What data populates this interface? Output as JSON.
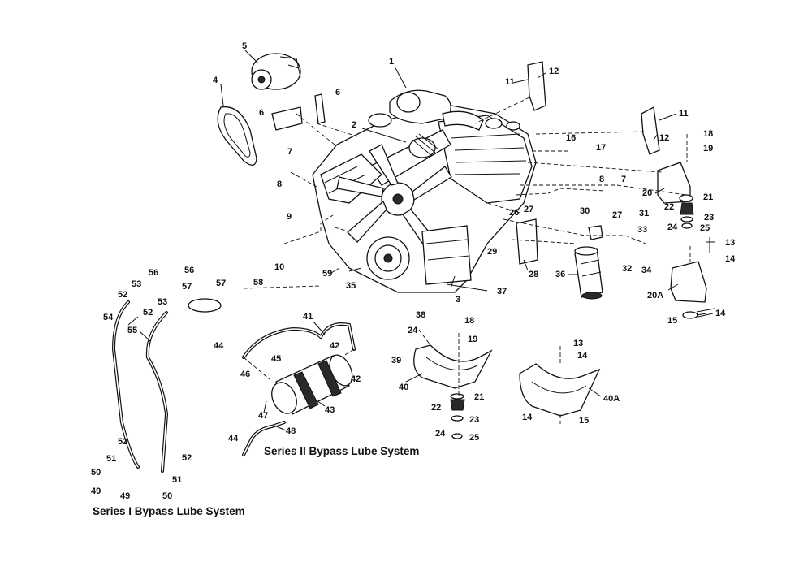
{
  "captions": {
    "series1": "Series I Bypass Lube System",
    "series2": "Series II Bypass Lube System"
  },
  "callouts": [
    {
      "id": "c1",
      "label": "1"
    },
    {
      "id": "c2",
      "label": "2"
    },
    {
      "id": "c3",
      "label": "3"
    },
    {
      "id": "c4",
      "label": "4"
    },
    {
      "id": "c5",
      "label": "5"
    },
    {
      "id": "c6a",
      "label": "6"
    },
    {
      "id": "c6b",
      "label": "6"
    },
    {
      "id": "c7a",
      "label": "7"
    },
    {
      "id": "c8a",
      "label": "8"
    },
    {
      "id": "c7b",
      "label": "7"
    },
    {
      "id": "c8b",
      "label": "8"
    },
    {
      "id": "c9",
      "label": "9"
    },
    {
      "id": "c10",
      "label": "10"
    },
    {
      "id": "c11a",
      "label": "11"
    },
    {
      "id": "c12a",
      "label": "12"
    },
    {
      "id": "c11b",
      "label": "11"
    },
    {
      "id": "c12b",
      "label": "12"
    },
    {
      "id": "c13a",
      "label": "13"
    },
    {
      "id": "c14a",
      "label": "14"
    },
    {
      "id": "c13b",
      "label": "13"
    },
    {
      "id": "c14b",
      "label": "14"
    },
    {
      "id": "c14c",
      "label": "14"
    },
    {
      "id": "c14d",
      "label": "14"
    },
    {
      "id": "c15a",
      "label": "15"
    },
    {
      "id": "c15b",
      "label": "15"
    },
    {
      "id": "c16",
      "label": "16"
    },
    {
      "id": "c17",
      "label": "17"
    },
    {
      "id": "c18a",
      "label": "18"
    },
    {
      "id": "c19a",
      "label": "19"
    },
    {
      "id": "c18b",
      "label": "18"
    },
    {
      "id": "c19b",
      "label": "19"
    },
    {
      "id": "c20",
      "label": "20"
    },
    {
      "id": "c20a",
      "label": "20A"
    },
    {
      "id": "c21a",
      "label": "21"
    },
    {
      "id": "c21b",
      "label": "21"
    },
    {
      "id": "c22a",
      "label": "22"
    },
    {
      "id": "c22b",
      "label": "22"
    },
    {
      "id": "c23a",
      "label": "23"
    },
    {
      "id": "c23b",
      "label": "23"
    },
    {
      "id": "c24a",
      "label": "24"
    },
    {
      "id": "c24b",
      "label": "24"
    },
    {
      "id": "c24c",
      "label": "24"
    },
    {
      "id": "c25a",
      "label": "25"
    },
    {
      "id": "c25b",
      "label": "25"
    },
    {
      "id": "c26",
      "label": "26"
    },
    {
      "id": "c27a",
      "label": "27"
    },
    {
      "id": "c27b",
      "label": "27"
    },
    {
      "id": "c28",
      "label": "28"
    },
    {
      "id": "c29",
      "label": "29"
    },
    {
      "id": "c30",
      "label": "30"
    },
    {
      "id": "c31",
      "label": "31"
    },
    {
      "id": "c32",
      "label": "32"
    },
    {
      "id": "c33",
      "label": "33"
    },
    {
      "id": "c34",
      "label": "34"
    },
    {
      "id": "c35",
      "label": "35"
    },
    {
      "id": "c36",
      "label": "36"
    },
    {
      "id": "c37",
      "label": "37"
    },
    {
      "id": "c38",
      "label": "38"
    },
    {
      "id": "c39",
      "label": "39"
    },
    {
      "id": "c40",
      "label": "40"
    },
    {
      "id": "c40a",
      "label": "40A"
    },
    {
      "id": "c41",
      "label": "41"
    },
    {
      "id": "c42a",
      "label": "42"
    },
    {
      "id": "c42b",
      "label": "42"
    },
    {
      "id": "c43",
      "label": "43"
    },
    {
      "id": "c44a",
      "label": "44"
    },
    {
      "id": "c44b",
      "label": "44"
    },
    {
      "id": "c45",
      "label": "45"
    },
    {
      "id": "c46",
      "label": "46"
    },
    {
      "id": "c47",
      "label": "47"
    },
    {
      "id": "c48",
      "label": "48"
    },
    {
      "id": "c49a",
      "label": "49"
    },
    {
      "id": "c49b",
      "label": "49"
    },
    {
      "id": "c50a",
      "label": "50"
    },
    {
      "id": "c50b",
      "label": "50"
    },
    {
      "id": "c51a",
      "label": "51"
    },
    {
      "id": "c51b",
      "label": "51"
    },
    {
      "id": "c52a",
      "label": "52"
    },
    {
      "id": "c52b",
      "label": "52"
    },
    {
      "id": "c52c",
      "label": "52"
    },
    {
      "id": "c52d",
      "label": "52"
    },
    {
      "id": "c53a",
      "label": "53"
    },
    {
      "id": "c53b",
      "label": "53"
    },
    {
      "id": "c54",
      "label": "54"
    },
    {
      "id": "c55",
      "label": "55"
    },
    {
      "id": "c56a",
      "label": "56"
    },
    {
      "id": "c56b",
      "label": "56"
    },
    {
      "id": "c57a",
      "label": "57"
    },
    {
      "id": "c57b",
      "label": "57"
    },
    {
      "id": "c58",
      "label": "58"
    },
    {
      "id": "c59",
      "label": "59"
    }
  ]
}
